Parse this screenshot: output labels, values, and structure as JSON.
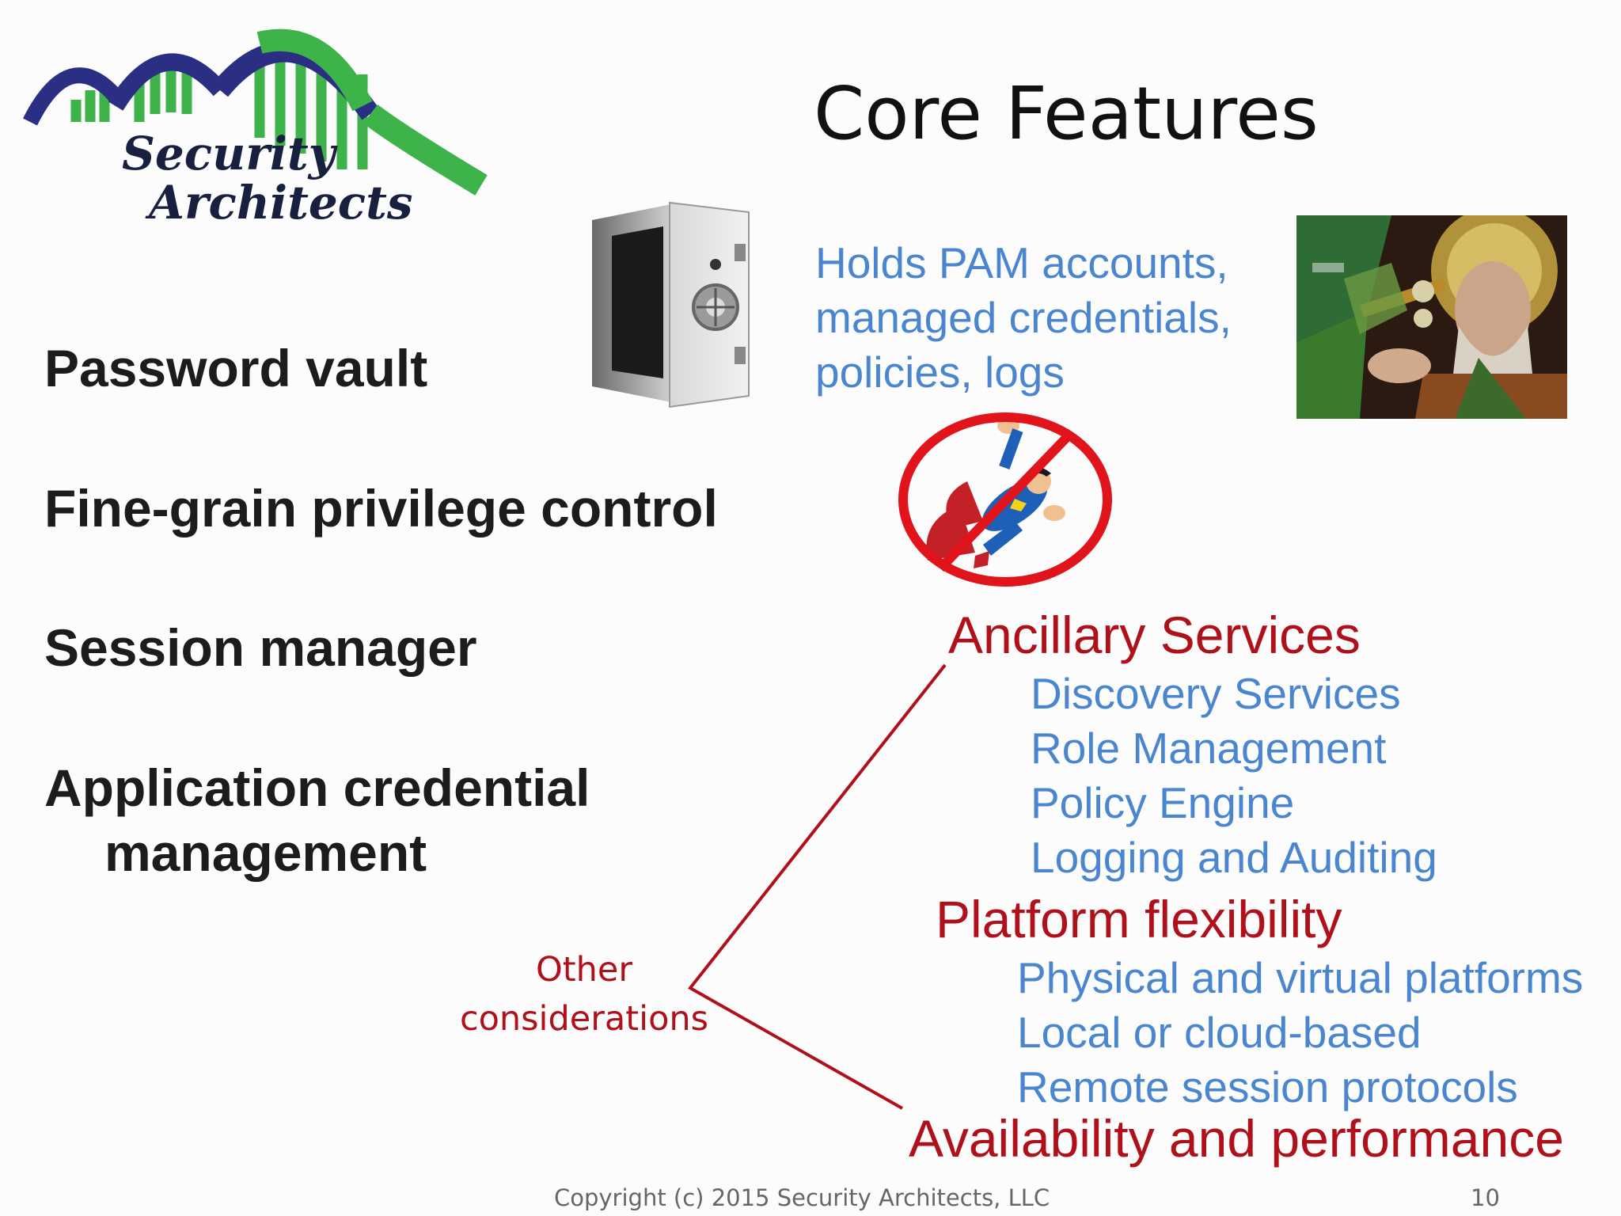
{
  "logo": {
    "line1": "Security",
    "line2": "Architects",
    "colors": {
      "navy": "#2b2f84",
      "green": "#3db34a"
    }
  },
  "title": "Core Features",
  "core_features": [
    {
      "label": "Password vault"
    },
    {
      "label": "Fine-grain privilege control"
    },
    {
      "label": "Session manager"
    },
    {
      "label": "Application credential",
      "label_cont": "management"
    }
  ],
  "vault_description": {
    "lines": [
      "Holds PAM accounts,",
      "managed credentials,",
      "policies, logs"
    ]
  },
  "images": {
    "safe": "open-safe-image",
    "stained_glass": "saint-peter-keys-image",
    "no_superhero": "no-superman-icon"
  },
  "other_considerations": {
    "line1": "Other",
    "line2": "considerations"
  },
  "ancillary": {
    "heading": "Ancillary Services",
    "items": [
      "Discovery Services",
      "Role Management",
      "Policy Engine",
      "Logging and Auditing"
    ]
  },
  "platform": {
    "heading": "Platform flexibility",
    "items": [
      "Physical and virtual platforms",
      "Local or cloud-based",
      "Remote session protocols"
    ]
  },
  "availability": {
    "heading": "Availability and performance"
  },
  "footer": {
    "copyright": "Copyright (c) 2015 Security Architects, LLC",
    "page": "10"
  },
  "colors": {
    "red": "#b0101a",
    "blue": "#4a86d0",
    "text": "#1c1c1c"
  }
}
